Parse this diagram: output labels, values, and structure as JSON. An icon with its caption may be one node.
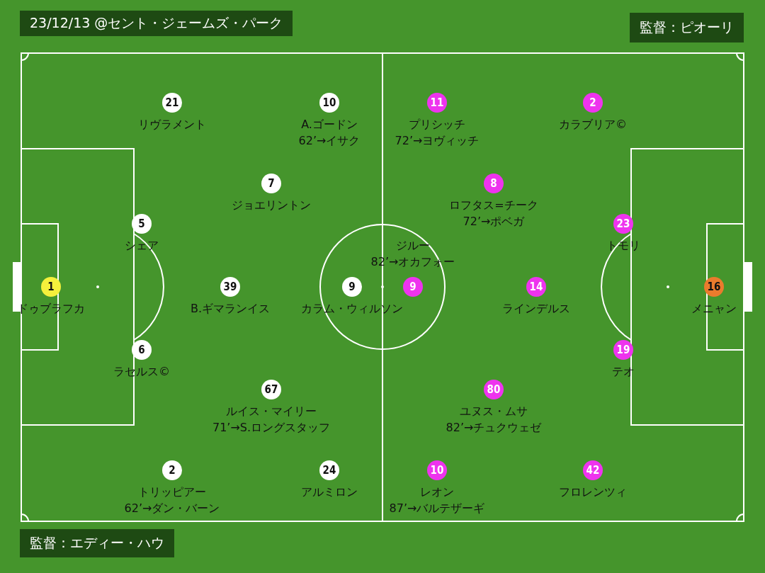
{
  "diagram": {
    "nodes": [
      {
        "text": [
          "23/12/13 @セント・ジェームズ・パーク"
        ]
      },
      {
        "text": [
          "監督：ピオーリ"
        ]
      },
      {
        "text": [
          "21"
        ],
        "beside": [
          "リヴラメント"
        ]
      },
      {
        "text": [
          "10"
        ],
        "beside": [
          "A.ゴードン",
          "62’→イサク"
        ]
      },
      {
        "text": [
          "11"
        ],
        "beside": [
          "プリシッチ",
          "72’→ヨヴィッチ"
        ]
      },
      {
        "text": [
          "2"
        ],
        "beside": [
          "カラブリア©"
        ]
      },
      {
        "text": [
          "7"
        ],
        "beside": [
          "ジョエリントン"
        ]
      },
      {
        "text": [
          "8"
        ],
        "beside": [
          "ロフタス=チーク",
          "72’→ポベガ"
        ]
      },
      {
        "text": [
          "5"
        ],
        "beside": [
          "シェア"
        ]
      },
      {
        "text": [
          "23"
        ],
        "beside": [
          "トモリ"
        ]
      },
      {
        "text": [
          "9"
        ],
        "beside": [
          "ジルー",
          "82’→オカフォー"
        ]
      },
      {
        "text": [
          "1"
        ],
        "beside": [
          "ドゥブラフカ"
        ]
      },
      {
        "text": [
          "39"
        ],
        "beside": [
          "B.ギマランイス"
        ]
      },
      {
        "text": [
          "9"
        ],
        "beside": [
          "カラム・ウィルソン"
        ]
      },
      {
        "text": [
          "14"
        ],
        "beside": [
          "ラインデルス"
        ]
      },
      {
        "text": [
          "16"
        ],
        "beside": [
          "メニャン"
        ]
      },
      {
        "text": [
          "6"
        ],
        "beside": [
          "ラセルス©"
        ]
      },
      {
        "text": [
          "19"
        ],
        "beside": [
          "テオ"
        ]
      },
      {
        "text": [
          "67"
        ],
        "beside": [
          "ルイス・マイリー",
          "71’→S.ロングスタッフ"
        ]
      },
      {
        "text": [
          "80"
        ],
        "beside": [
          "ユヌス・ムサ",
          "82’→チュクウェゼ"
        ]
      },
      {
        "text": [
          "2"
        ],
        "beside": [
          "トリッピアー",
          "62’→ダン・バーン"
        ]
      },
      {
        "text": [
          "24"
        ],
        "beside": [
          "アルミロン"
        ]
      },
      {
        "text": [
          "10"
        ],
        "beside": [
          "レオン",
          "87’→バルテザーギ"
        ]
      },
      {
        "text": [
          "42"
        ],
        "beside": [
          "フロレンツィ"
        ]
      },
      {
        "text": [
          "監督：エディー・ハウ"
        ]
      }
    ]
  }
}
